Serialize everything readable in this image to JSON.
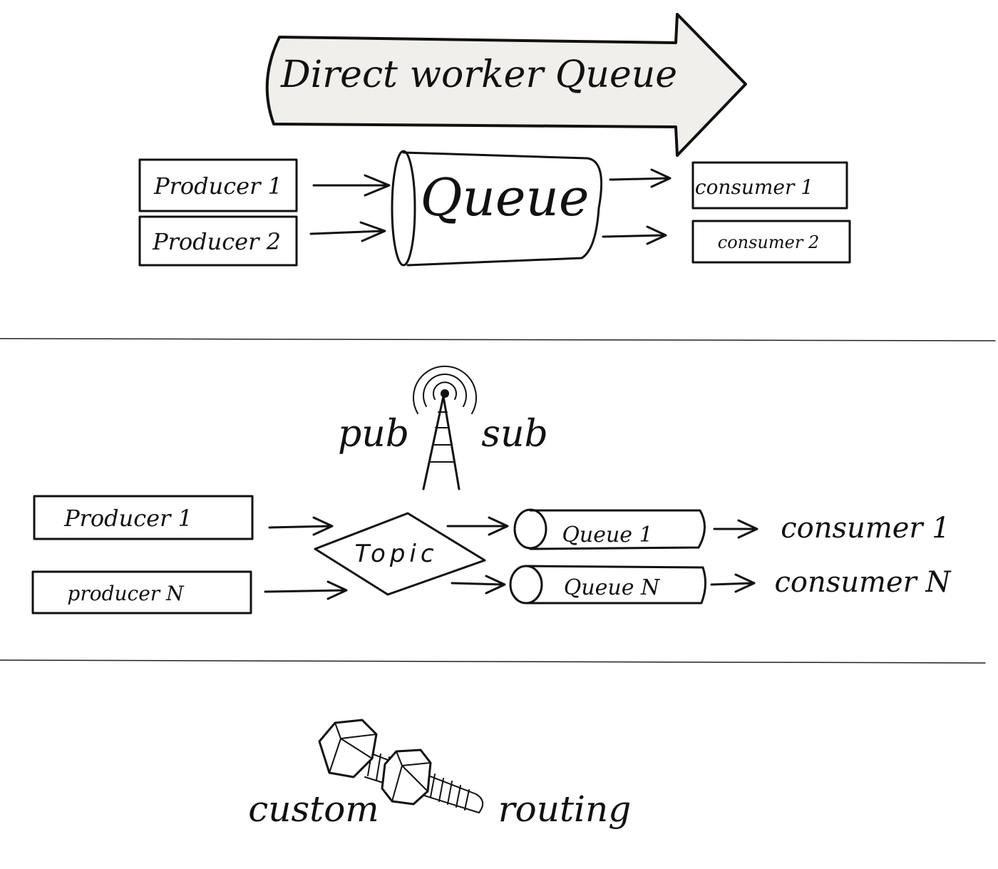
{
  "sections": {
    "direct": {
      "banner_title": "Direct worker Queue",
      "queue_label": "Queue",
      "producers": [
        "Producer 1",
        "Producer 2"
      ],
      "consumers": [
        "consumer 1",
        "consumer 2"
      ]
    },
    "pubsub": {
      "pub_label": "pub",
      "sub_label": "sub",
      "topic_label": "Topic",
      "producers": [
        "Producer 1",
        "producer N"
      ],
      "queues": [
        "Queue 1",
        "Queue N"
      ],
      "consumers": [
        "consumer 1",
        "consumer N"
      ]
    },
    "routing": {
      "left_label": "custom",
      "right_label": "routing"
    }
  },
  "icons": {
    "banner": "big-right-arrow",
    "pubsub": "radio-tower-icon",
    "routing": "bolt-and-nut-icon"
  },
  "colors": {
    "ink": "#111111",
    "banner_fill": "#f1efec",
    "paper": "#ffffff"
  }
}
